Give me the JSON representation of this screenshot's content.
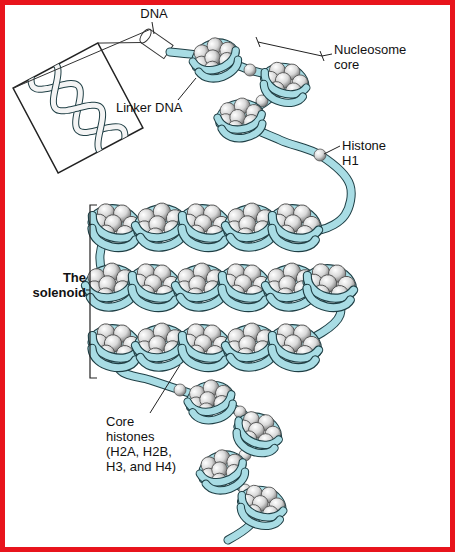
{
  "diagram": {
    "labels": [
      "DNA",
      "Linker DNA",
      "Nucleosome core",
      "Histone H1",
      "The solenoid",
      "Core histones (H2A, H2B, H3, and H4)"
    ]
  }
}
